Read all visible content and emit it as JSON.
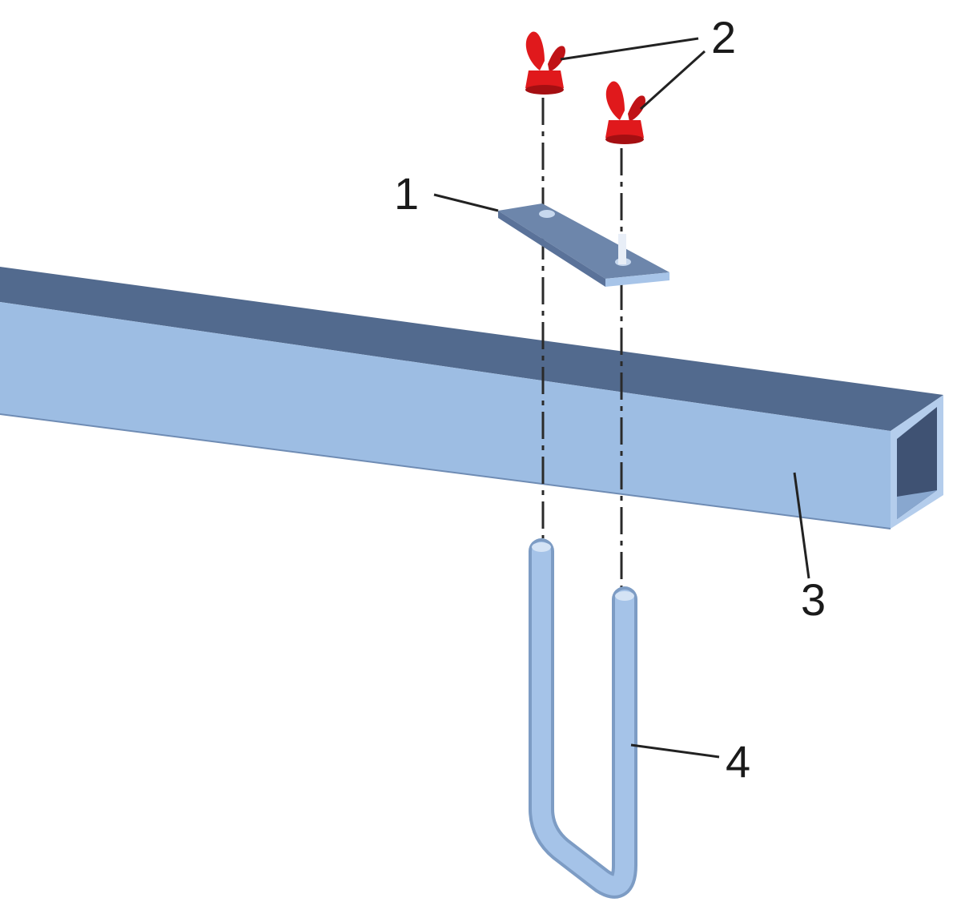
{
  "callouts": [
    {
      "id": "1"
    },
    {
      "id": "2"
    },
    {
      "id": "3"
    },
    {
      "id": "4"
    }
  ],
  "colors": {
    "beam_front": "#9dbde3",
    "beam_top": "#526a8e",
    "beam_inner": "#3f5273",
    "ubolt": "#a5c3e8",
    "ubolt_shade": "#7d9cc4",
    "plate_top": "#6d86ab",
    "plate_edge": "#a7c4e8",
    "wingnut": "#e0191c",
    "wingnut_dark": "#a50f12"
  }
}
